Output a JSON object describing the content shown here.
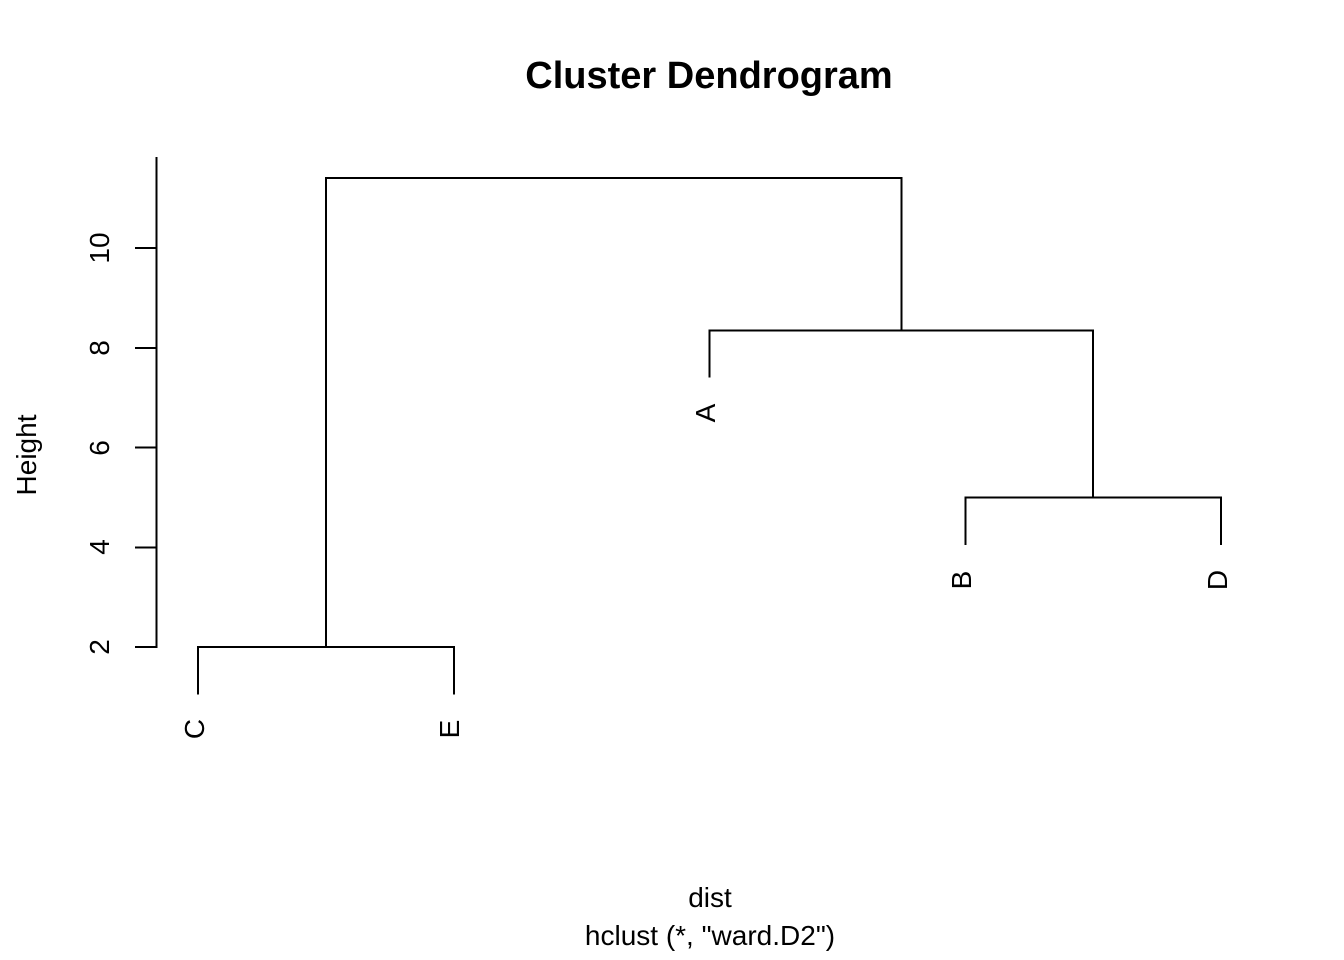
{
  "figure": {
    "background_color": "#ffffff",
    "foreground_color": "#000000"
  },
  "chart_data": {
    "type": "dendrogram",
    "title": "Cluster Dendrogram",
    "xlabel": "dist",
    "sub_caption": "hclust (*, \"ward.D2\")",
    "ylabel": "Height",
    "yaxis": {
      "ticks": [
        2,
        4,
        6,
        8,
        10
      ],
      "drawn_range": [
        2,
        11.8
      ],
      "grid": false
    },
    "leaves": [
      "C",
      "E",
      "A",
      "B",
      "D"
    ],
    "merges": [
      {
        "id": 1,
        "left": {
          "leaf": 0
        },
        "right": {
          "leaf": 1
        },
        "height": 2.0
      },
      {
        "id": 2,
        "left": {
          "leaf": 3
        },
        "right": {
          "leaf": 4
        },
        "height": 5.0
      },
      {
        "id": 3,
        "left": {
          "leaf": 2
        },
        "right": {
          "node": 2
        },
        "height": 8.35
      },
      {
        "id": 4,
        "left": {
          "node": 1
        },
        "right": {
          "node": 3
        },
        "height": 11.4
      }
    ],
    "leaf_hang": 0.95
  }
}
